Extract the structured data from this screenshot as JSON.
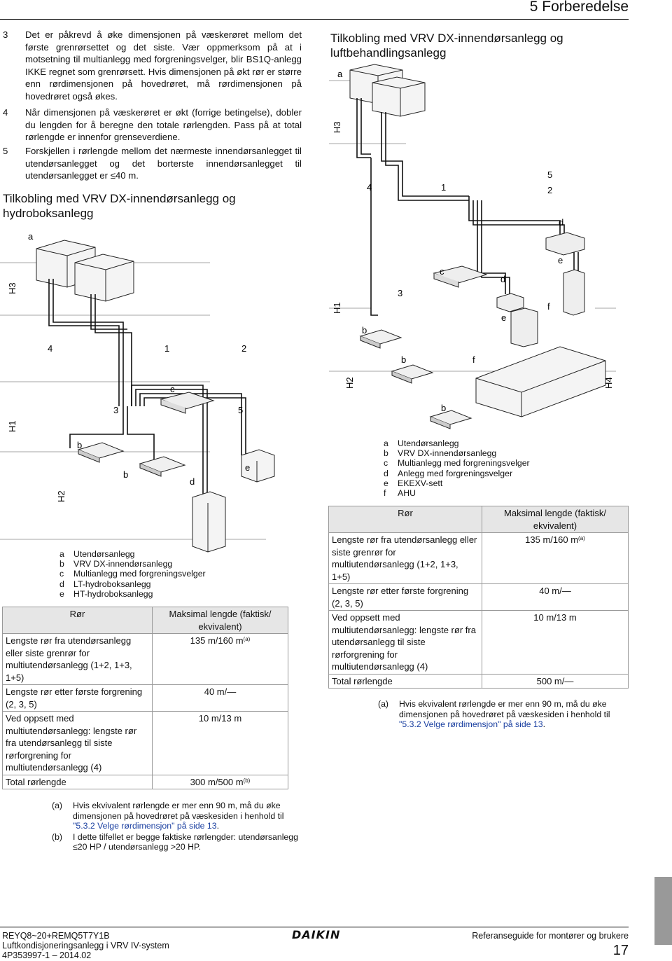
{
  "header": {
    "section_title": "5 Forberedelse"
  },
  "left": {
    "items": [
      {
        "num": "3",
        "text": "Det er påkrevd å øke dimensjonen på væskerøret mellom det første grenrørsettet og det siste. Vær oppmerksom på at i motsetning til multianlegg med forgreningsvelger, blir BS1Q-anlegg IKKE regnet som grenrørsett. Hvis dimensjonen på økt rør er større enn rørdimensjonen på hovedrøret, må rørdimensjonen på hovedrøret også økes."
      },
      {
        "num": "4",
        "text": "Når dimensjonen på væskerøret er økt (forrige betingelse), dobler du lengden for å beregne den totale rørlengden. Pass på at total rørlengde er innenfor grenseverdiene."
      },
      {
        "num": "5",
        "text": "Forskjellen i rørlengde mellom det nærmeste innendørsanlegget til utendørsanlegget og det borterste innendørsanlegget til utendørsanlegget er ≤40 m."
      }
    ],
    "heading": "Tilkobling med VRV DX-innendørsanlegg og hydroboksanlegg",
    "diagram_labels": {
      "a": "a",
      "b1": "b",
      "b2": "b",
      "c": "c",
      "d": "d",
      "e": "e",
      "n4": "4",
      "n1": "1",
      "n2": "2",
      "n3": "3",
      "n5": "5",
      "H1": "H1",
      "H2": "H2",
      "H3": "H3"
    },
    "legend": [
      {
        "key": "a",
        "value": "Utendørsanlegg"
      },
      {
        "key": "b",
        "value": "VRV DX-innendørsanlegg"
      },
      {
        "key": "c",
        "value": "Multianlegg med forgreningsvelger"
      },
      {
        "key": "d",
        "value": "LT-hydroboksanlegg"
      },
      {
        "key": "e",
        "value": "HT-hydroboksanlegg"
      }
    ],
    "table": {
      "col1": "Rør",
      "col2": "Maksimal lengde (faktisk/ ekvivalent)",
      "rows": [
        {
          "pipe": "Lengste rør fra utendørsanlegg eller siste grenrør for multiutendørsanlegg (1+2, 1+3, 1+5)",
          "value": "135 m/160 m",
          "sup": "(a)"
        },
        {
          "pipe": "Lengste rør etter første forgrening (2, 3, 5)",
          "value": "40 m/—",
          "sup": ""
        },
        {
          "pipe": "Ved oppsett med multiutendørsanlegg: lengste rør fra utendørsanlegg til siste rørforgrening for multiutendørsanlegg (4)",
          "value": "10 m/13 m",
          "sup": ""
        },
        {
          "pipe": "Total rørlengde",
          "value": "300 m/500 m",
          "sup": "(b)"
        }
      ]
    },
    "notes": [
      {
        "key": "(a)",
        "text": "Hvis ekvivalent rørlengde er mer enn 90 m, må du øke dimensjonen på hovedrøret på væskesiden i henhold til ",
        "link": "\"5.3.2 Velge rørdimensjon\" på side 13",
        "tail": "."
      },
      {
        "key": "(b)",
        "text": "I dette tilfellet er begge faktiske rørlengder: utendørsanlegg ≤20 HP / utendørsanlegg >20 HP.",
        "link": "",
        "tail": ""
      }
    ]
  },
  "right": {
    "heading": "Tilkobling med VRV DX-innendørsanlegg og luftbehandlingsanlegg",
    "diagram_labels": {
      "a": "a",
      "b1": "b",
      "b2": "b",
      "b3": "b",
      "c": "c",
      "d1": "d",
      "d2": "d",
      "e1": "e",
      "e2": "e",
      "f1": "f",
      "f2": "f",
      "n4": "4",
      "n1": "1",
      "n5": "5",
      "n2": "2",
      "n3": "3",
      "H1": "H1",
      "H2": "H2",
      "H3": "H3",
      "H4": "H4"
    },
    "legend": [
      {
        "key": "a",
        "value": "Utendørsanlegg"
      },
      {
        "key": "b",
        "value": "VRV DX-innendørsanlegg"
      },
      {
        "key": "c",
        "value": "Multianlegg med forgreningsvelger"
      },
      {
        "key": "d",
        "value": "Anlegg med forgreningsvelger"
      },
      {
        "key": "e",
        "value": "EKEXV-sett"
      },
      {
        "key": "f",
        "value": "AHU"
      }
    ],
    "table": {
      "col1": "Rør",
      "col2": "Maksimal lengde (faktisk/ ekvivalent)",
      "rows": [
        {
          "pipe": "Lengste rør fra utendørsanlegg eller siste grenrør for multiutendørsanlegg (1+2, 1+3, 1+5)",
          "value": "135 m/160 m",
          "sup": "(a)"
        },
        {
          "pipe": "Lengste rør etter første forgrening (2, 3, 5)",
          "value": "40 m/—",
          "sup": ""
        },
        {
          "pipe": "Ved oppsett med multiutendørsanlegg: lengste rør fra utendørsanlegg til siste rørforgrening for multiutendørsanlegg (4)",
          "value": "10 m/13 m",
          "sup": ""
        },
        {
          "pipe": "Total rørlengde",
          "value": "500 m/—",
          "sup": ""
        }
      ]
    },
    "notes": [
      {
        "key": "(a)",
        "text": "Hvis ekvivalent rørlengde er mer enn 90 m, må du øke dimensjonen på hovedrøret på væskesiden i henhold til ",
        "link": "\"5.3.2 Velge rørdimensjon\" på side 13",
        "tail": "."
      }
    ]
  },
  "footer": {
    "line1": "REYQ8~20+REMQ5T7Y1B",
    "line2": "Luftkondisjoneringsanlegg i VRV IV-system",
    "line3": "4P353997-1 – 2014.02",
    "brand": "DAIKIN",
    "right_text": "Referanseguide for montører og brukere",
    "page_number": "17"
  }
}
